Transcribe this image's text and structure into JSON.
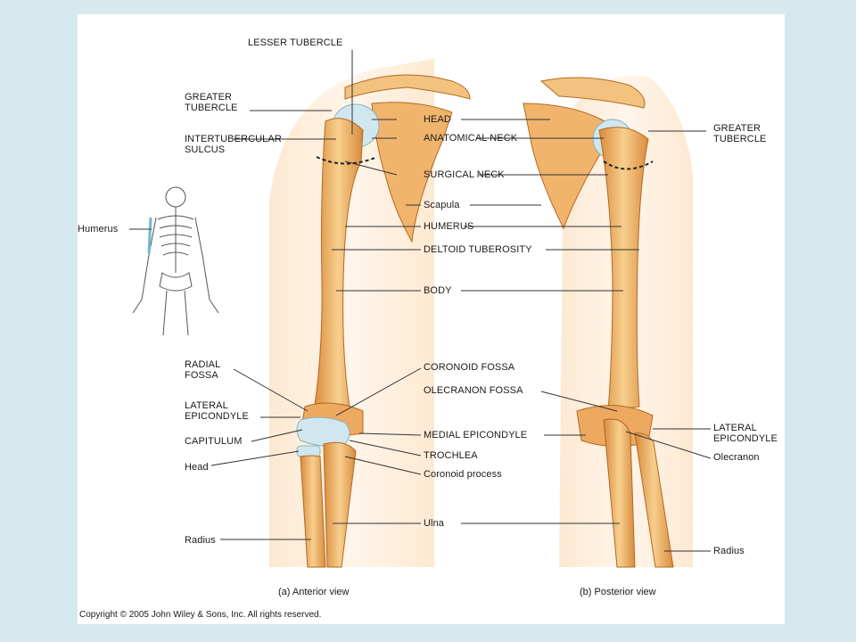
{
  "labels": {
    "lesser_tubercle": "LESSER TUBERCLE",
    "greater_tubercle_left": "GREATER\nTUBERCLE",
    "intertubercular_sulcus": "INTERTUBERCULAR\nSULCUS",
    "humerus_figure": "Humerus",
    "head": "HEAD",
    "anatomical_neck": "ANATOMICAL NECK",
    "surgical_neck": "SURGICAL NECK",
    "scapula": "Scapula",
    "humerus": "HUMERUS",
    "deltoid_tuberosity": "DELTOID TUBEROSITY",
    "body": "BODY",
    "greater_tubercle_right": "GREATER\nTUBERCLE",
    "radial_fossa": "RADIAL\nFOSSA",
    "lateral_epicondyle_left": "LATERAL\nEPICONDYLE",
    "capitulum": "CAPITULUM",
    "head_radius": "Head",
    "radius_left": "Radius",
    "coronoid_fossa": "CORONOID FOSSA",
    "olecranon_fossa": "OLECRANON FOSSA",
    "medial_epicondyle": "MEDIAL EPICONDYLE",
    "trochlea": "TROCHLEA",
    "coronoid_process": "Coronoid process",
    "ulna": "Ulna",
    "lateral_epicondyle_right": "LATERAL\nEPICONDYLE",
    "olecranon": "Olecranon",
    "radius_right": "Radius"
  },
  "captions": {
    "anterior": "(a) Anterior view",
    "posterior": "(b) Posterior view"
  },
  "copyright": "Copyright © 2005 John Wiley & Sons, Inc.  All rights reserved.",
  "colors": {
    "background": "#d6e9ef",
    "bone": "#e9a85a",
    "bone_light": "#f6cf93",
    "cartilage": "#cfe6ee",
    "skin": "#fbe6cc"
  }
}
